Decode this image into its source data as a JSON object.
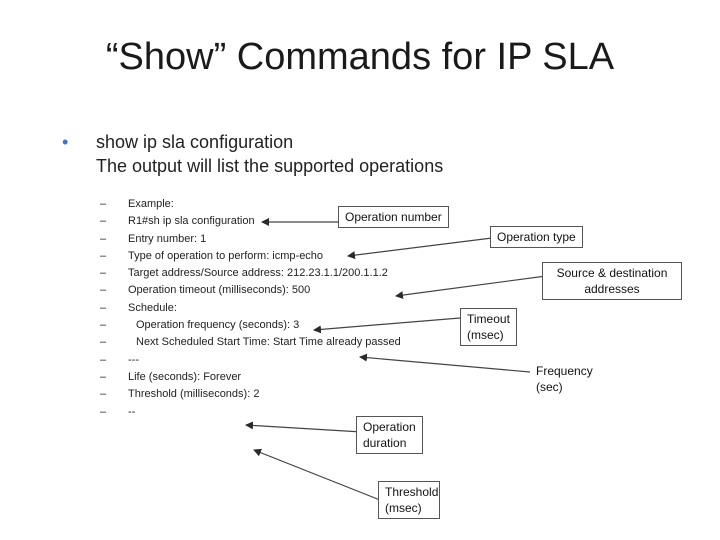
{
  "title": "“Show” Commands for IP SLA",
  "bullet": {
    "symbol": "•",
    "line1": "show ip sla configuration",
    "line2": "The output will list the supported operations"
  },
  "output": {
    "dash": "–",
    "lines": [
      "Example:",
      "R1#sh ip sla configuration",
      "Entry number: 1",
      "Type of operation to perform: icmp-echo",
      "Target address/Source address: 212.23.1.1/200.1.1.2",
      "Operation timeout (milliseconds): 500",
      "Schedule:",
      "Operation frequency (seconds): 3",
      "Next Scheduled Start Time: Start Time already passed",
      "---",
      "Life (seconds): Forever",
      "Threshold (milliseconds): 2",
      "--"
    ]
  },
  "callouts": {
    "operation_number": "Operation number",
    "operation_type": "Operation type",
    "source_dest_1": "Source & destination",
    "source_dest_2": "addresses",
    "timeout_1": "Timeout",
    "timeout_2": "(msec)",
    "frequency_1": "Frequency",
    "frequency_2": "(sec)",
    "duration_1": "Operation",
    "duration_2": "duration",
    "threshold_1": "Threshold",
    "threshold_2": "(msec)"
  }
}
